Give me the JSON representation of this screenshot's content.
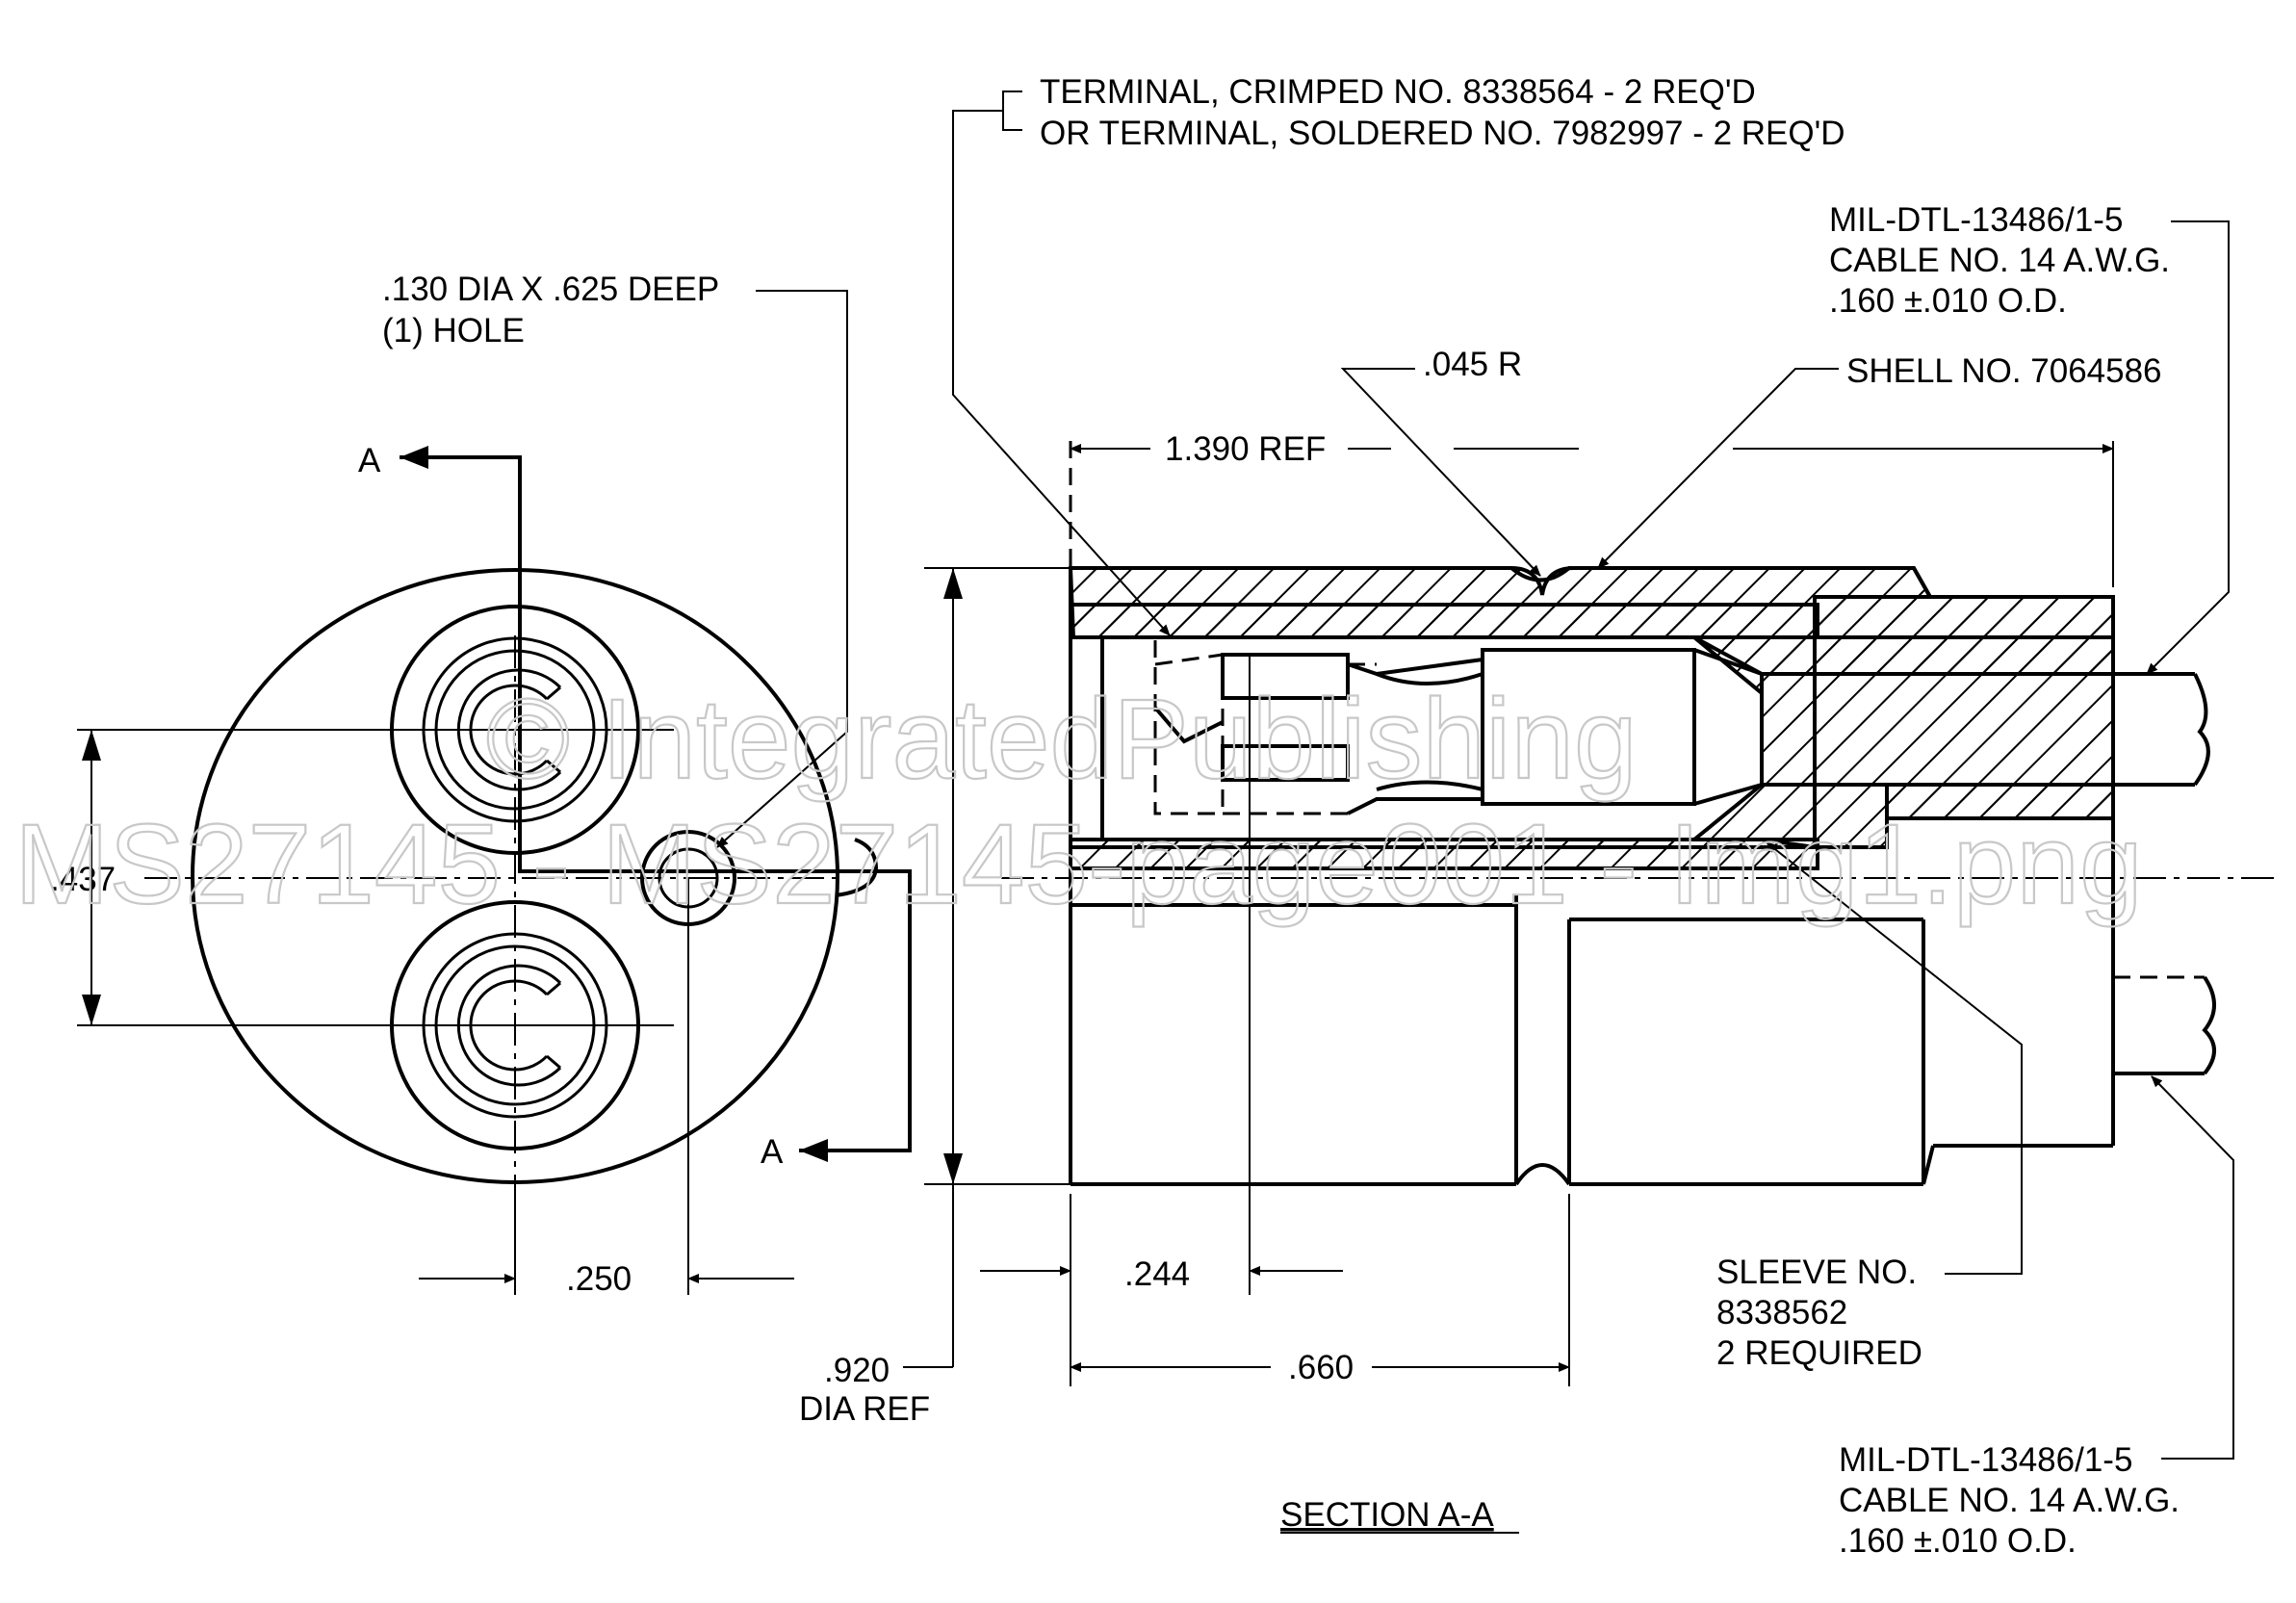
{
  "watermark": {
    "line1": "© IntegratedPublishing",
    "line2": "MS27145 - MS27145-page001 - Img1.png"
  },
  "front_view": {
    "hole_note_line1": ".130 DIA X .625 DEEP",
    "hole_note_line2": "(1) HOLE",
    "section_mark_top": "A",
    "section_mark_bottom": "A",
    "dim_vertical": ".437",
    "dim_horizontal": ".250"
  },
  "section_view": {
    "title": "SECTION  A-A",
    "terminal_note_line1": "TERMINAL, CRIMPED NO. 8338564 - 2 REQ'D",
    "terminal_note_line2": "OR TERMINAL, SOLDERED NO. 7982997 - 2 REQ'D",
    "cable_top_line1": "MIL-DTL-13486/1-5",
    "cable_top_line2": "CABLE NO. 14 A.W.G.",
    "cable_top_line3": ".160   ±.010 O.D.",
    "radius_note": ".045  R",
    "shell_note": "SHELL NO. 7064586",
    "dim_overall": "1.390 REF",
    "dim_diameter_line1": ".920",
    "dim_diameter_line2": "DIA REF",
    "dim_small": ".244",
    "dim_groove": ".660",
    "sleeve_line1": "SLEEVE NO.",
    "sleeve_line2": "8338562",
    "sleeve_line3": "2 REQUIRED",
    "cable_bottom_line1": "MIL-DTL-13486/1-5",
    "cable_bottom_line2": "CABLE NO. 14 A.W.G.",
    "cable_bottom_line3": ".160   ±.010 O.D."
  }
}
